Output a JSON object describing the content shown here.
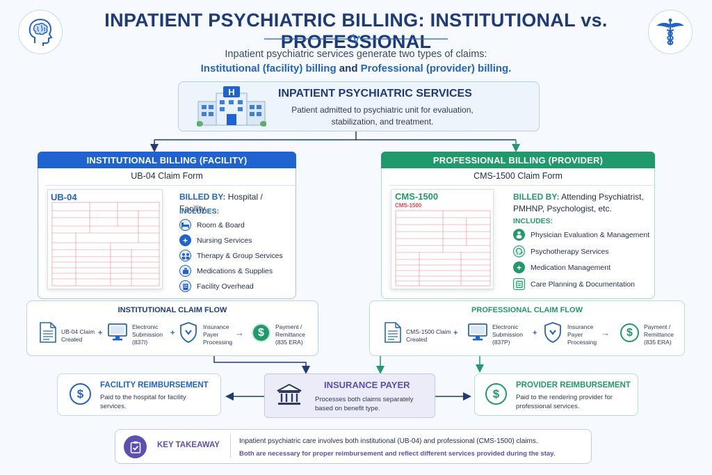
{
  "header": {
    "title": "INPATIENT PSYCHIATRIC BILLING: INSTITUTIONAL vs. PROFESSIONAL",
    "intro_line1": "Inpatient psychiatric services generate two types of claims:",
    "intro_hl1": "Institutional (facility) billing",
    "intro_and": " and ",
    "intro_hl2": "Professional (provider) billing."
  },
  "services": {
    "title": "INPATIENT PSYCHIATRIC SERVICES",
    "description": "Patient admitted to psychiatric unit for evaluation, stabilization, and treatment.",
    "hospital_sign": "H"
  },
  "institutional": {
    "header": "INSTITUTIONAL BILLING (FACILITY)",
    "form_name": "UB-04 Claim Form",
    "form_label": "UB-04",
    "billed_by_label": "BILLED BY:",
    "billed_by": "Hospital / Facility",
    "includes_label": "INCLUDES:",
    "includes": [
      "Room & Board",
      "Nursing Services",
      "Therapy & Group Services",
      "Medications & Supplies",
      "Facility Overhead"
    ],
    "flow_title": "INSTITUTIONAL CLAIM FLOW",
    "flow_steps": [
      "UB-04 Claim Created",
      "Electronic Submission (837I)",
      "Insurance Payer Processing",
      "Payment / Remittance (835 ERA)"
    ],
    "color": "#1e63d0"
  },
  "professional": {
    "header": "PROFESSIONAL BILLING (PROVIDER)",
    "form_name": "CMS-1500 Claim Form",
    "form_label": "CMS-1500",
    "form_sublabel": "CMS-1500",
    "billed_by_label": "BILLED BY:",
    "billed_by": "Attending Psychiatrist, PMHNP, Psychologist, etc.",
    "includes_label": "INCLUDES:",
    "includes": [
      "Physician Evaluation & Management",
      "Psychotherapy Services",
      "Medication Management",
      "Care Planning & Documentation"
    ],
    "flow_title": "PROFESSIONAL CLAIM FLOW",
    "flow_steps": [
      "CMS-1500 Claim Created",
      "Electronic Submission (837P)",
      "Insurance Payer Processing",
      "Payment / Remittance (835 ERA)"
    ],
    "color": "#1f9a6b"
  },
  "facility_reimb": {
    "title": "FACILITY REIMBURSEMENT",
    "desc": "Paid to the hospital for facility services."
  },
  "payer": {
    "title": "INSURANCE PAYER",
    "desc": "Processes both claims separately based on benefit type."
  },
  "provider_reimb": {
    "title": "PROVIDER REIMBURSEMENT",
    "desc": "Paid to the rendering provider for professional services."
  },
  "takeaway": {
    "label": "KEY TAKEAWAY",
    "line1": "Inpatient psychiatric care involves both institutional (UB-04) and professional (CMS-1500) claims.",
    "line2": "Both are necessary for proper reimbursement and reflect different services provided during the stay."
  },
  "symbols": {
    "dollar": "$",
    "plus": "+",
    "arrow": "→"
  },
  "colors": {
    "navy": "#1d3a7a",
    "blue": "#1e63d0",
    "green": "#1f9a6b",
    "purple": "#5b4fb5"
  }
}
